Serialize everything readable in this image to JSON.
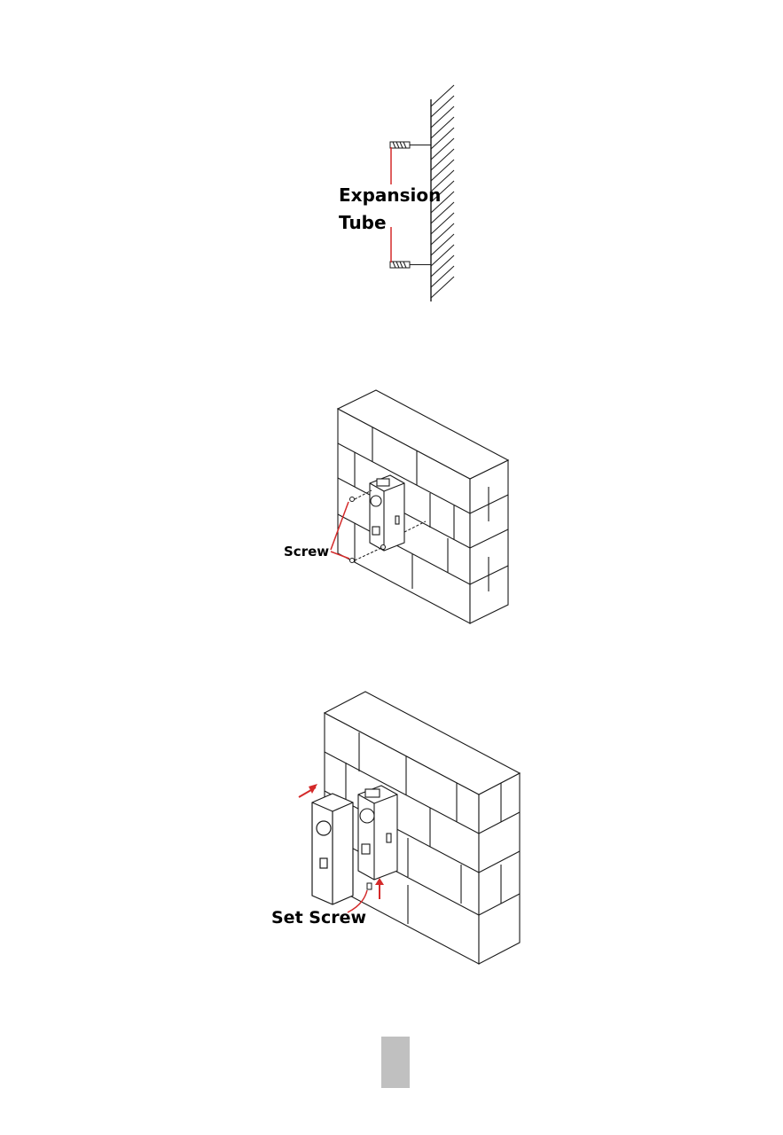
{
  "figure1": {
    "label_line1": "Expansion",
    "label_line2": "Tube"
  },
  "figure2": {
    "label": "Screw"
  },
  "figure3": {
    "label": "Set Screw"
  },
  "colors": {
    "accent": "#d42a2a",
    "line": "#1a1a1a",
    "page_tab": "#c0c0c0"
  }
}
